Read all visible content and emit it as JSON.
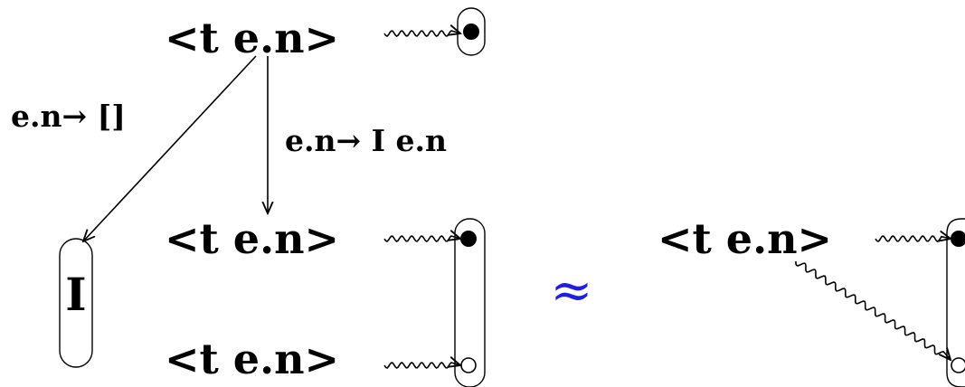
{
  "terms": {
    "top": "<t e.n>",
    "middle": "<t e.n>",
    "bottom": "<t e.n>",
    "right": "<t e.n>"
  },
  "edge_labels": {
    "left": "e.n→ []",
    "down": "e.n→ I e.n"
  },
  "leaf_label": "I",
  "relation_symbol": "≈",
  "colors": {
    "ink": "#000000",
    "relation": "#1f1fe0"
  }
}
